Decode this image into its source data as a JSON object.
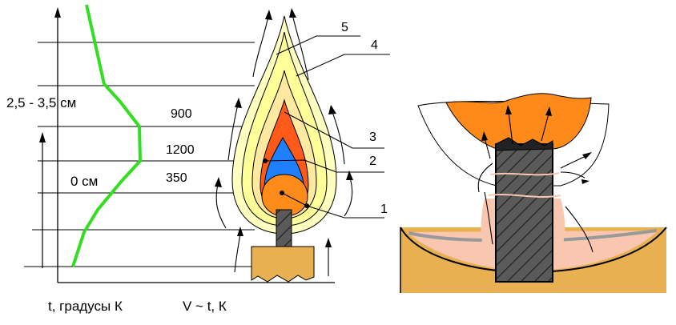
{
  "left_diagram": {
    "height_label": "2,5 - 3,5 см",
    "zero_label": "0 см",
    "temps": {
      "t900": "900",
      "t1200": "1200",
      "t350": "350"
    },
    "zones": {
      "z1": "1",
      "z2": "2",
      "z3": "3",
      "z4": "4",
      "z5": "5"
    },
    "x_axis_label_1": "t, градусы К",
    "x_axis_label_2": "V ~ t, К"
  },
  "colors": {
    "flame_outer": "#FFFFC0",
    "flame_ring4": "#FFFF99",
    "flame_ring3": "#FFE8A0",
    "flame_red": "#FF5A1A",
    "flame_blue": "#1E7FFF",
    "flame_core": "#FF8C1A",
    "temp_curve": "#33DD22",
    "wax": "#E8B050",
    "wax_melt": "#F9C6B0",
    "wick": "#555555"
  }
}
